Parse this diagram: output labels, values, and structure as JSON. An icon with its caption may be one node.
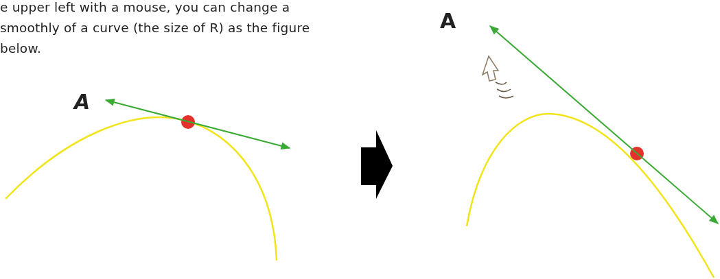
{
  "diagram": {
    "labels": [
      "e upper left with a mouse, you can change a smoothly of a curve (the size of R) as the figure below.",
      "A",
      "A"
    ]
  }
}
